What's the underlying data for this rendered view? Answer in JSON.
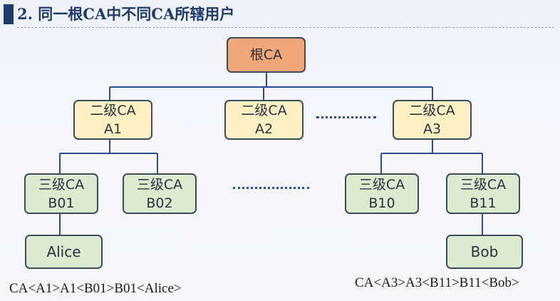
{
  "title": "2. 同一根CA中不同CA所辖用户",
  "root": {
    "label": "根CA"
  },
  "level2": [
    {
      "line1": "二级CA",
      "line2": "A1"
    },
    {
      "line1": "二级CA",
      "line2": "A2"
    },
    {
      "line1": "二级CA",
      "line2": "A3"
    }
  ],
  "level3": [
    {
      "line1": "三级CA",
      "line2": "B01"
    },
    {
      "line1": "三级CA",
      "line2": "B02"
    },
    {
      "line1": "三级CA",
      "line2": "B10"
    },
    {
      "line1": "三级CA",
      "line2": "B11"
    }
  ],
  "users": [
    {
      "label": "Alice"
    },
    {
      "label": "Bob"
    }
  ],
  "captions": {
    "left": "CA<A1>A1<B01>B01<Alice>",
    "right": "CA<A3>A3<B11>B11<Bob>"
  },
  "colors": {
    "root_fill": "#f0a87a",
    "level2_fill": "#fdf1c4",
    "level3_fill": "#dcebcf",
    "connector": "#2b4c9a",
    "title": "#1f3a6e"
  }
}
